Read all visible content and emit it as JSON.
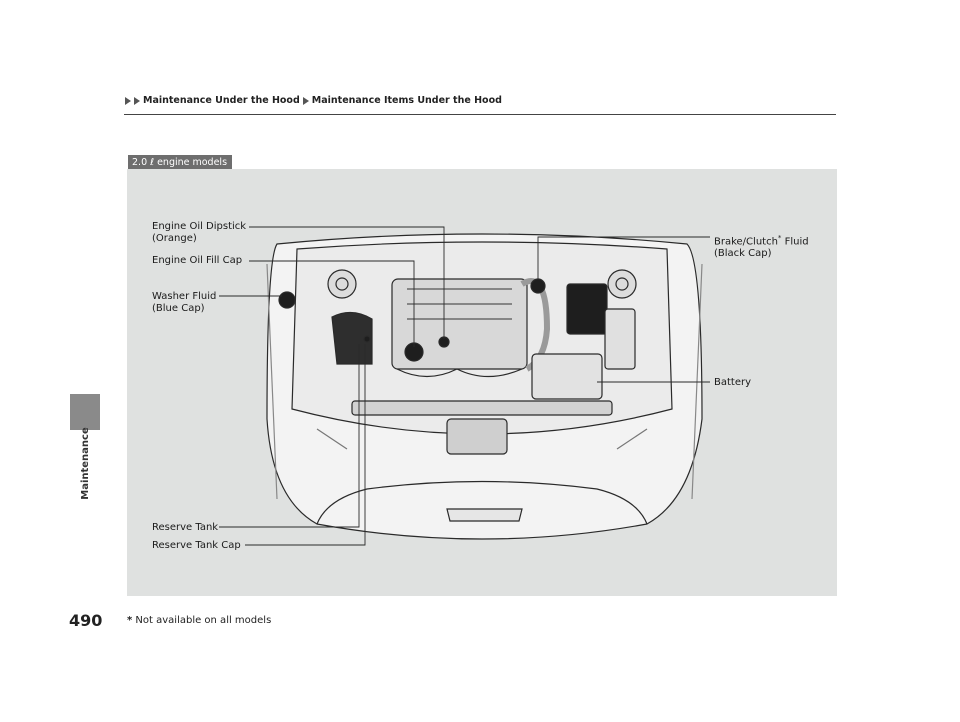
{
  "breadcrumb": {
    "items": [
      "Maintenance Under the Hood",
      "Maintenance Items Under the Hood"
    ]
  },
  "side_tab": {
    "label": "Maintenance"
  },
  "page_number": "490",
  "figure": {
    "model_tag": "2.0 ℓ engine models",
    "labels": {
      "engine_oil_dipstick": {
        "line1": "Engine Oil Dipstick",
        "line2": "(Orange)"
      },
      "engine_oil_fill_cap": "Engine Oil Fill Cap",
      "washer_fluid": {
        "line1": "Washer Fluid",
        "line2": "(Blue Cap)"
      },
      "brake_clutch_fluid": {
        "part1": "Brake/Clutch",
        "asterisk": "*",
        "part2": " Fluid",
        "line2": "(Black Cap)"
      },
      "battery": "Battery",
      "reserve_tank": "Reserve Tank",
      "reserve_tank_cap": "Reserve Tank Cap"
    }
  },
  "footnote": {
    "asterisk": "*",
    "text": " Not available on all models"
  }
}
